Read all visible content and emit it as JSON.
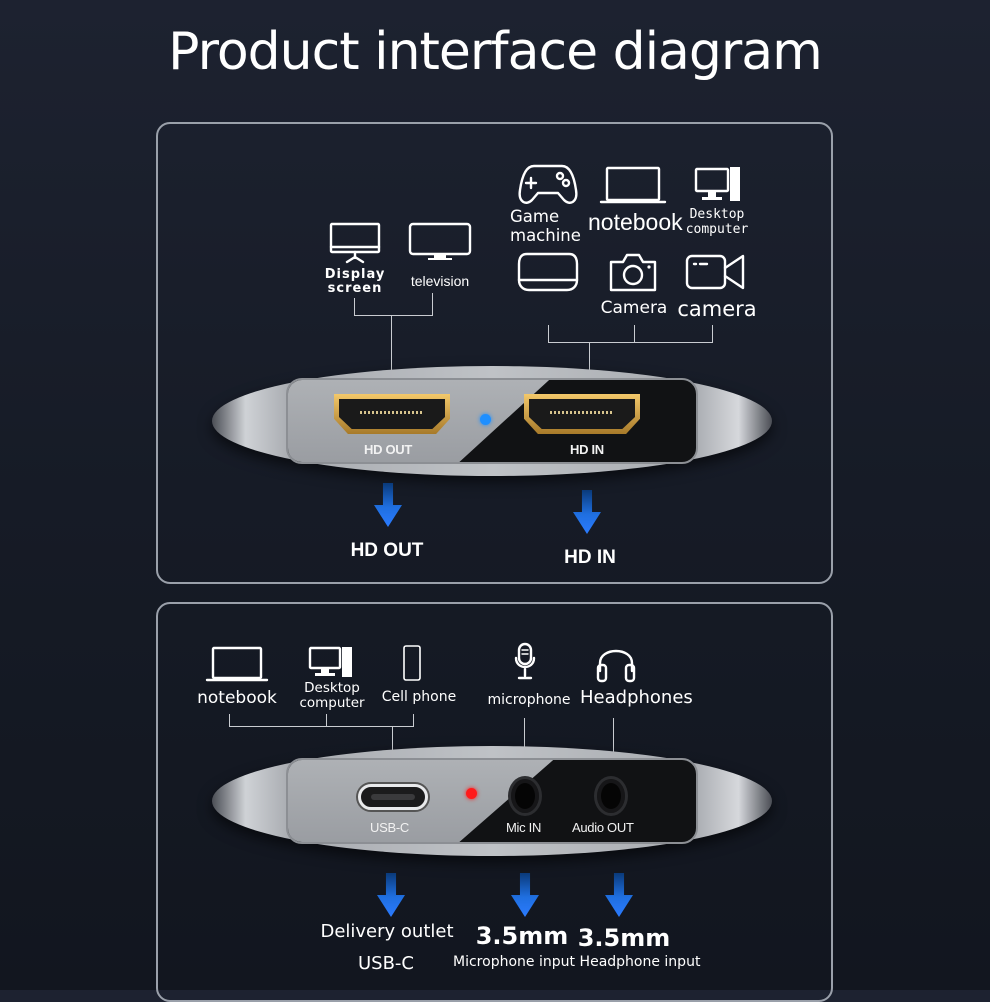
{
  "title": "Product interface diagram",
  "colors": {
    "background": "#181d28",
    "panel_border": "#9aa0aa",
    "arrow_blue": "#2b7bff",
    "led_blue": "#1e8fff",
    "led_red": "#ff1a1a",
    "hdmi_gold": "#d9a84a"
  },
  "panel_top": {
    "output_devices": [
      {
        "icon": "monitor-icon",
        "label": "Display\nscreen"
      },
      {
        "icon": "tv-icon",
        "label": "television"
      }
    ],
    "input_devices": [
      {
        "icon": "gamepad-icon",
        "label": "Game\nmachine"
      },
      {
        "icon": "laptop-icon",
        "label": "notebook"
      },
      {
        "icon": "desktop-computer-icon",
        "label": "Desktop\ncomputer"
      },
      {
        "icon": "set-top-box-icon",
        "label": ""
      },
      {
        "icon": "photo-camera-icon",
        "label": "Camera"
      },
      {
        "icon": "video-camera-icon",
        "label": "camera"
      }
    ],
    "ports": [
      {
        "name": "HD OUT",
        "type": "HDMI"
      },
      {
        "name": "HD IN",
        "type": "HDMI"
      }
    ],
    "indicator": "blue",
    "captions": [
      "HD OUT",
      "HD IN"
    ]
  },
  "panel_bottom": {
    "usb_devices": [
      {
        "icon": "laptop-icon",
        "label": "notebook"
      },
      {
        "icon": "desktop-computer-icon",
        "label": "Desktop\ncomputer"
      },
      {
        "icon": "cell-phone-icon",
        "label": "Cell phone"
      }
    ],
    "audio_devices": [
      {
        "icon": "microphone-icon",
        "label": "microphone"
      },
      {
        "icon": "headphones-icon",
        "label": "Headphones"
      }
    ],
    "ports": [
      {
        "name": "USB-C",
        "type": "USB-C"
      },
      {
        "name": "Mic IN",
        "type": "3.5mm"
      },
      {
        "name": "Audio OUT",
        "type": "3.5mm"
      }
    ],
    "indicator": "red",
    "captions": [
      {
        "line1": "Delivery outlet",
        "line2": "USB-C"
      },
      {
        "line1": "3.5mm",
        "line2": "Microphone input"
      },
      {
        "line1": "3.5mm",
        "line2": "Headphone input"
      }
    ]
  }
}
